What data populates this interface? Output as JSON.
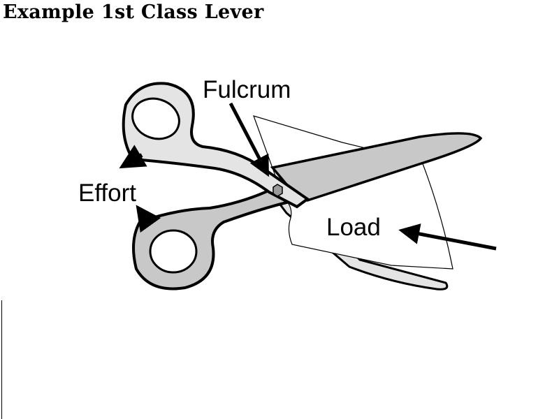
{
  "slide": {
    "title": "Example 1st Class Lever"
  },
  "diagram": {
    "labels": {
      "fulcrum": "Fulcrum",
      "effort": "Effort",
      "load": "Load"
    },
    "colors": {
      "handle_light": "#e4e4e4",
      "handle_dark": "#c8c8c8",
      "pivot": "#9a9a9a",
      "outline": "#000000"
    }
  }
}
